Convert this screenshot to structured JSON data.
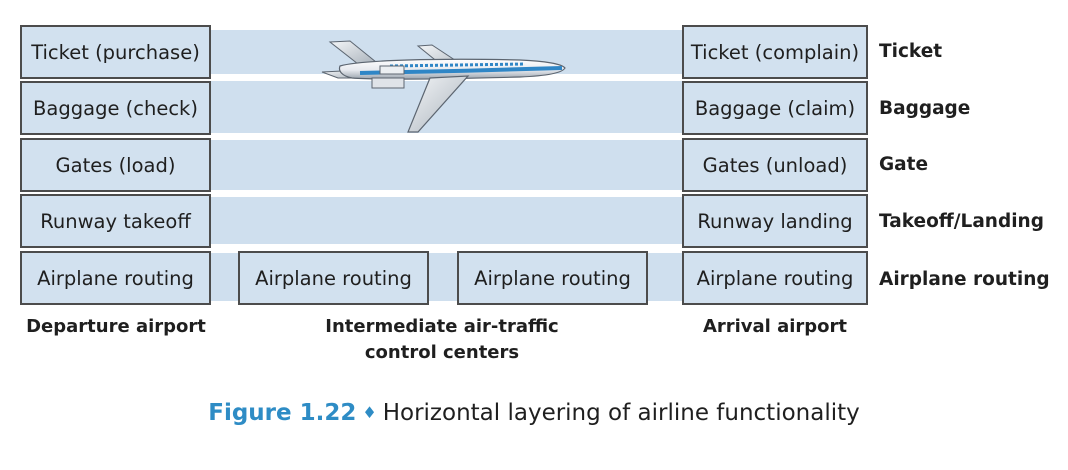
{
  "departure": {
    "layers": [
      "Ticket (purchase)",
      "Baggage (check)",
      "Gates (load)",
      "Runway takeoff",
      "Airplane routing"
    ],
    "caption": "Departure airport"
  },
  "intermediate": {
    "boxes": [
      "Airplane routing",
      "Airplane routing"
    ],
    "caption_line1": "Intermediate air-traffic",
    "caption_line2": "control centers"
  },
  "arrival": {
    "layers": [
      "Ticket (complain)",
      "Baggage (claim)",
      "Gates (unload)",
      "Runway landing",
      "Airplane routing"
    ],
    "caption": "Arrival airport"
  },
  "layer_names": [
    "Ticket",
    "Baggage",
    "Gate",
    "Takeoff/Landing",
    "Airplane routing"
  ],
  "figure": {
    "number": "Figure 1.22",
    "separator": "♦",
    "title": "Horizontal layering of airline functionality"
  },
  "colors": {
    "band": "#cfdfee",
    "box_fill": "#d2e1ef",
    "box_border": "#4c4c4c",
    "caption_accent": "#2e8cc5"
  },
  "icons": {
    "airplane": "airplane-icon"
  }
}
